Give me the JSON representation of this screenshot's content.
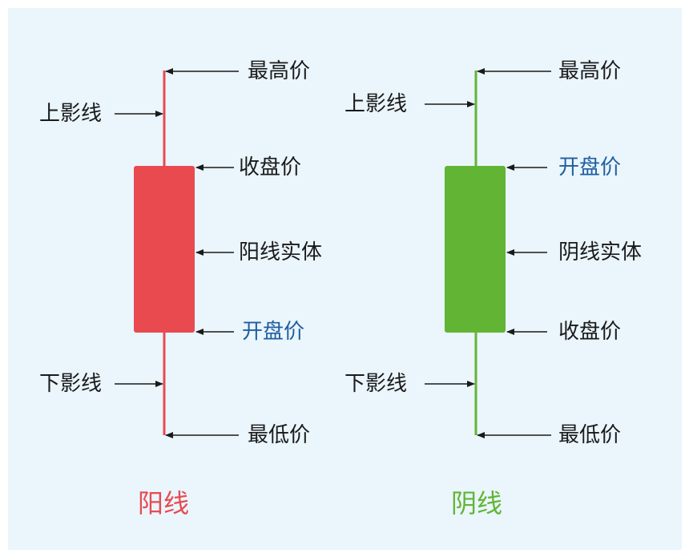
{
  "colors": {
    "yang": "#e84a4f",
    "yin": "#62b534",
    "text": "#1a1a1a",
    "open_label": "#1f5fa0",
    "background": "#eaf5fc"
  },
  "yang_candle": {
    "title": "阳线",
    "labels": {
      "high": "最高价",
      "upper_shadow": "上影线",
      "close": "收盘价",
      "body": "阳线实体",
      "open": "开盘价",
      "lower_shadow": "下影线",
      "low": "最低价"
    }
  },
  "yin_candle": {
    "title": "阴线",
    "labels": {
      "high": "最高价",
      "upper_shadow": "上影线",
      "open": "开盘价",
      "body": "阴线实体",
      "close": "收盘价",
      "lower_shadow": "下影线",
      "low": "最低价"
    }
  }
}
